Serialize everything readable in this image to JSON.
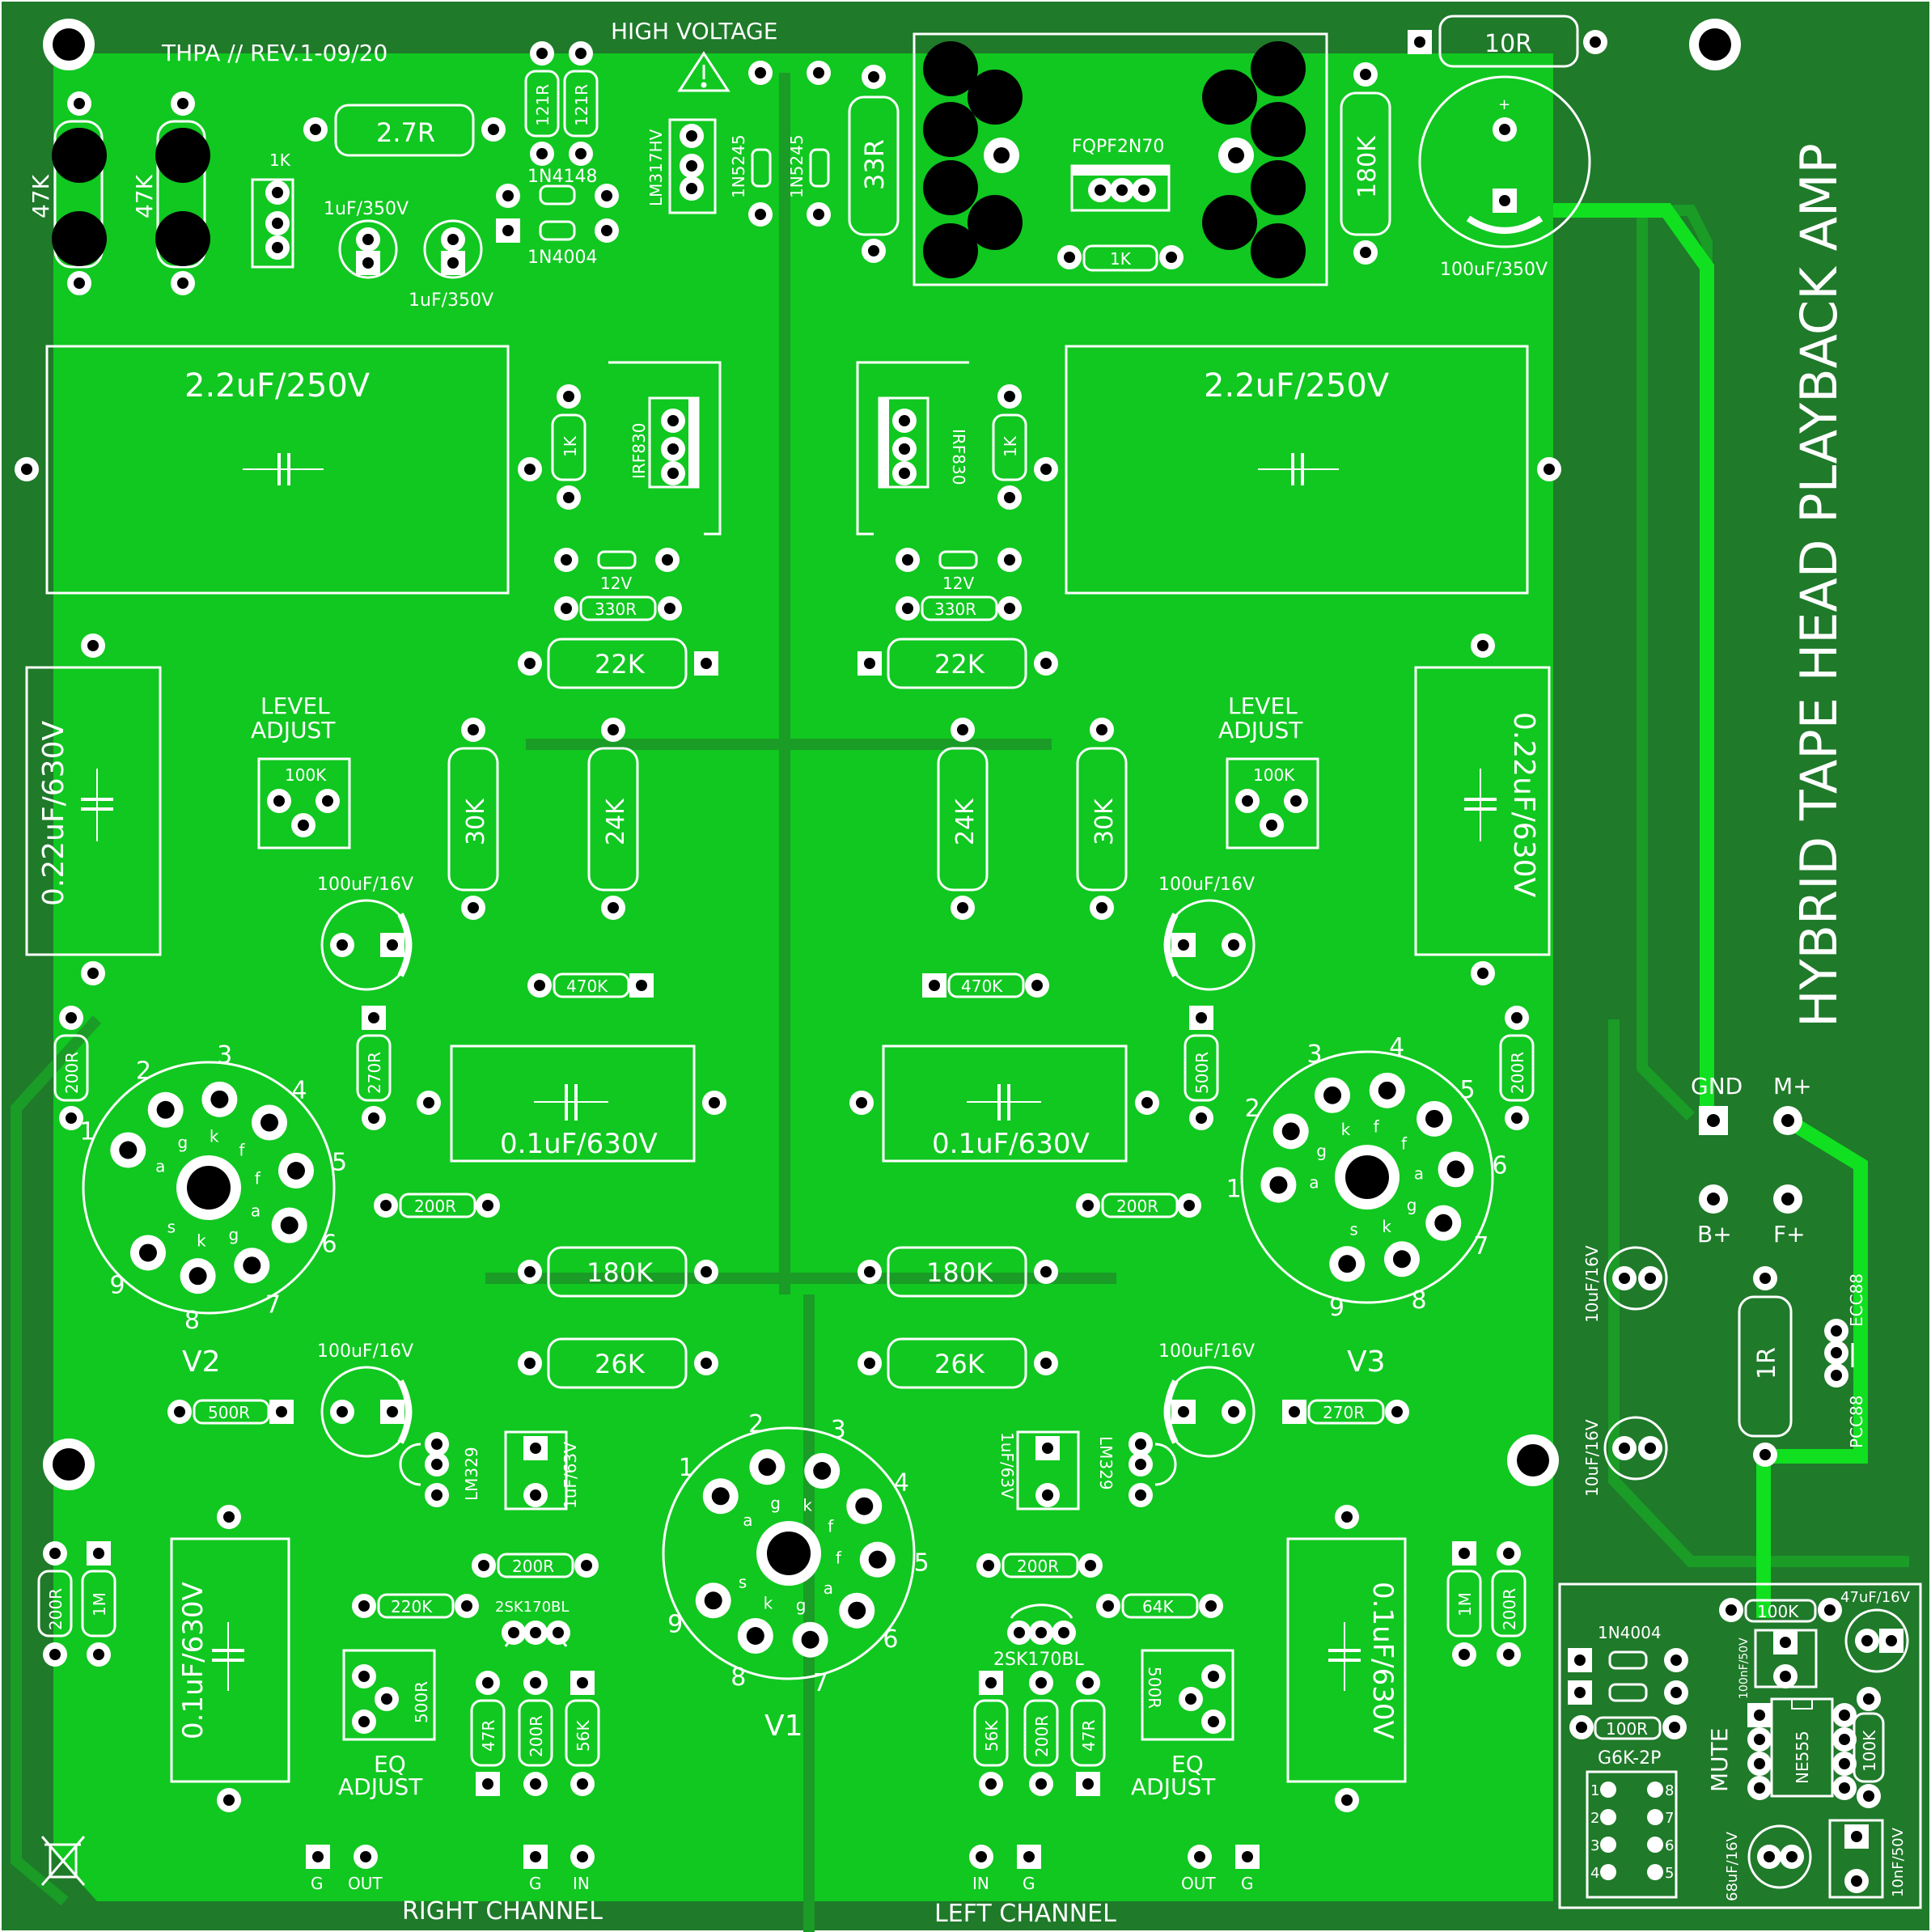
{
  "board": {
    "colors": {
      "substrate": "#1f7a2a",
      "copper_pour": "#10c820",
      "trace": "#1a9c26",
      "silk": "#ffffff",
      "pad_ring": "#ffffff",
      "pad_hole": "#000000"
    },
    "title_vertical": "HYBRID TAPE HEAD PLAYBACK AMP",
    "revision": "THPA // REV.1-09/20",
    "warning": "HIGH VOLTAGE"
  },
  "power": {
    "r10": "10R",
    "r27": "2.7R",
    "r47a": "47K",
    "r47b": "47K",
    "r1k_top": "1K",
    "cap1": "1uF/350V",
    "cap2": "1uF/350V",
    "d1": "1N4148",
    "d2": "1N4004",
    "r121a": "121R",
    "r121b": "121R",
    "reg": "LM317HV",
    "z1": "1N5245",
    "z2": "1N5245",
    "r33": "33R",
    "mosfet": "FQPF2N70",
    "r1k_gate": "1K",
    "r180_top": "180K",
    "bigcap": "100uF/350V"
  },
  "filter": {
    "cap_left": "2.2uF/250V",
    "cap_right": "2.2uF/250V",
    "r1k_l": "1K",
    "r1k_r": "1K",
    "irf_l": "IRF830",
    "irf_r": "IRF830",
    "z12_l": "12V",
    "z12_r": "12V",
    "r330_l": "330R",
    "r330_r": "330R",
    "r22_l": "22K",
    "r22_r": "22K"
  },
  "stage": {
    "cap022_l": "0.22uF/630V",
    "cap022_r": "0.22uF/630V",
    "level_l_1": "LEVEL",
    "level_l_2": "ADJUST",
    "level_r_1": "LEVEL",
    "level_r_2": "ADJUST",
    "pot_l": "100K",
    "pot_r": "100K",
    "r30_l": "30K",
    "r24_l": "24K",
    "r24_r": "24K",
    "r30_r": "30K",
    "c100_l": "100uF/16V",
    "c100_r": "100uF/16V",
    "r470_l": "470K",
    "r470_r": "470K",
    "r200_l": "200R",
    "r270_l": "270R",
    "r500_r": "500R",
    "r200_r": "200R",
    "c01_l": "0.1uF/630V",
    "c01_r": "0.1uF/630V",
    "r200_mid_l": "200R",
    "r200_mid_r": "200R",
    "r180_l": "180K",
    "r180_r": "180K",
    "r26_l": "26K",
    "r26_r": "26K",
    "c100b_l": "100uF/16V",
    "c100b_r": "100uF/16V",
    "r500_l": "500R",
    "r270_r": "270R"
  },
  "tubes": {
    "v1": "V1",
    "v2": "V2",
    "v3": "V3",
    "pins": [
      "1",
      "2",
      "3",
      "4",
      "5",
      "6",
      "7",
      "8",
      "9"
    ],
    "elem": [
      "a",
      "g",
      "k",
      "f",
      "f",
      "a",
      "g",
      "k",
      "s"
    ]
  },
  "lower": {
    "lm_l": "LM329",
    "lm_r": "LM329",
    "c1u_l": "1uF/63V",
    "c1u_r": "1uF/63V",
    "r200_a": "200R",
    "r200_b": "200R",
    "r220": "220K",
    "jfet_l": "2SK170BL",
    "jfet_r": "2SK170BL",
    "r64": "64K",
    "r200_edge_l": "200R",
    "r1m_l": "1M",
    "r1m_r": "1M",
    "r200_edge_r": "200R",
    "c01_low_l": "0.1uF/630V",
    "c01_low_r": "0.1uF/630V",
    "eq_pot_l": "500R",
    "eq_pot_r": "500R",
    "eq_l_1": "EQ",
    "eq_l_2": "ADJUST",
    "eq_r_1": "EQ",
    "eq_r_2": "ADJUST",
    "r47_l": "47R",
    "r200_l": "200R",
    "r56_l": "56K",
    "r56_r": "56K",
    "r200_r": "200R",
    "r47_r": "47R"
  },
  "io": {
    "g1": "G",
    "out1": "OUT",
    "g2": "G",
    "in1": "IN",
    "in2": "IN",
    "g3": "G",
    "out2": "OUT",
    "g4": "G",
    "right_channel": "RIGHT CHANNEL",
    "left_channel": "LEFT CHANNEL"
  },
  "supply": {
    "gnd": "GND",
    "mplus": "M+",
    "bplus": "B+",
    "fplus": "F+",
    "c10_a": "10uF/16V",
    "c10_b": "10uF/16V",
    "r1": "1R",
    "ecc": "ECC88",
    "pcc": "PCC88"
  },
  "mute": {
    "diode": "1N4004",
    "r100k": "100K",
    "c47": "47uF/16V",
    "c100n": "100nF/50V",
    "r100": "100R",
    "relay": "G6K-2P",
    "ic": "NE555",
    "r100k_b": "100K",
    "label": "MUTE",
    "c68": "68uF/16V",
    "c10n": "10nF/50V",
    "relay_pins": [
      "1",
      "2",
      "3",
      "4",
      "8",
      "7",
      "6",
      "5"
    ]
  }
}
